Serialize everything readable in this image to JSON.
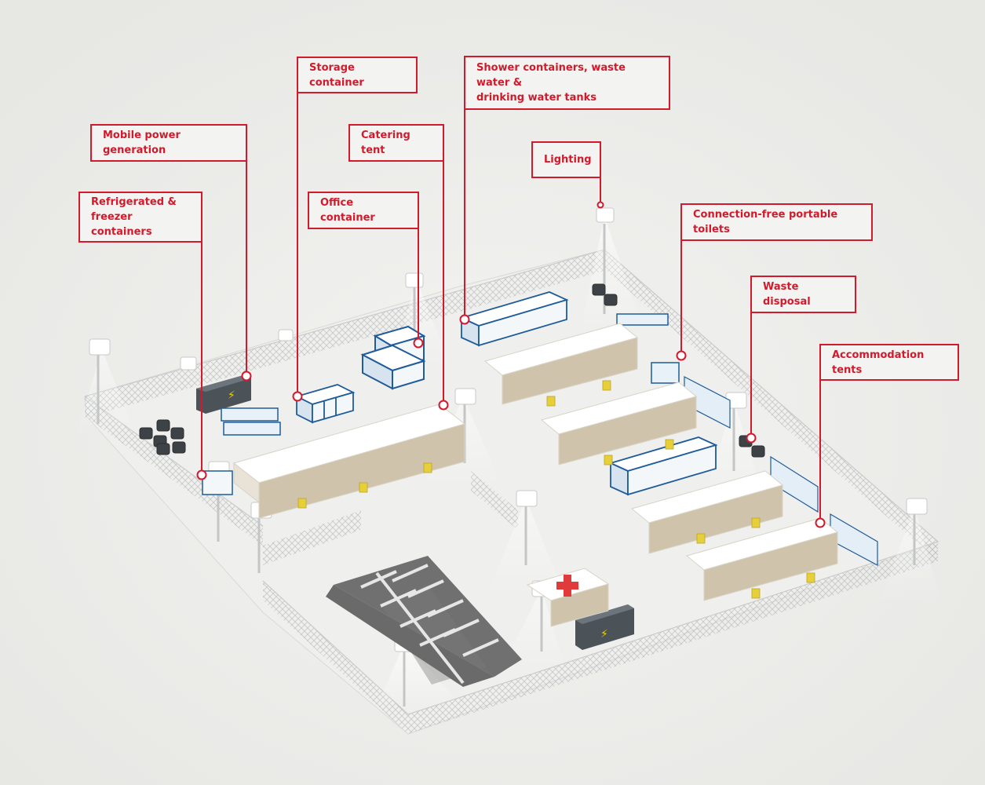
{
  "colors": {
    "accent": "#d21a2c",
    "background": "#ededeb",
    "container_blue": "#1f5c99",
    "tent_beige": "#cfc4ab",
    "generator_dark": "#4b5359",
    "parking": "#6f6f6f",
    "red_cross": "#e03a3a"
  },
  "labels": {
    "storage": "Storage container",
    "shower": "Shower containers, waste water &\ndrinking water tanks",
    "power": "Mobile power generation",
    "catering": "Catering tent",
    "lighting": "Lighting",
    "office": "Office container",
    "refrigerated": "Refrigerated &\nfreezer containers",
    "toilets": "Connection-free portable toilets",
    "waste": "Waste disposal",
    "accommodation": "Accommodation tents"
  }
}
